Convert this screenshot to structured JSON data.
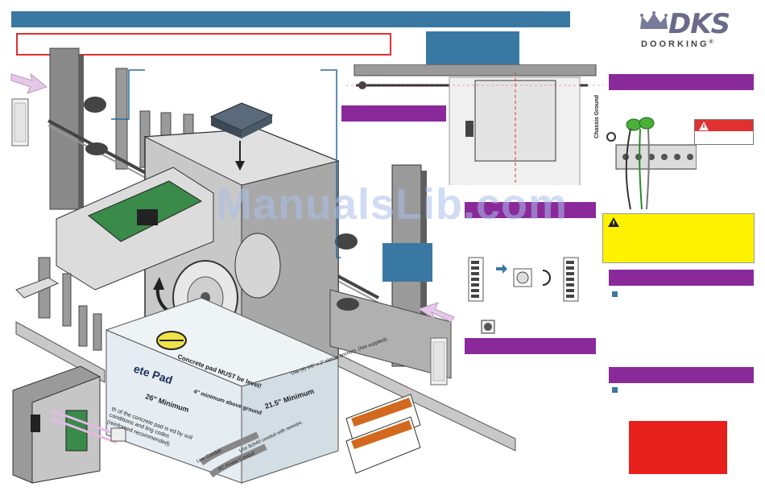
{
  "logo": {
    "brand": "DKS",
    "subtitle": "DOORKING",
    "registered": "®"
  },
  "watermark": "ManualsLib.com",
  "diagram_labels": {
    "pad_title": "ete Pad",
    "dim_26": "26\" Minimum",
    "dim_4": "4\" minimum above ground",
    "dim_21": "21.5\" Minimum",
    "pad_note": "th of the concrete pad is ed by soil conditions and ling codes (reinforced recommended)",
    "pad_level": "Concrete pad MUST be level!",
    "anchors": "Use (4) 3/8\" x 2\" sleeve anchors. (Not supplied).",
    "low_conduit": "Low Conduit",
    "ac_power": "AC Power Conduit",
    "sch_conduit": "Use Sch40 conduit with sweeps.",
    "chassis_ground": "Chassis Ground"
  },
  "colors": {
    "title_bar": "#3a78a4",
    "section_header": "#8a2a9a",
    "caution": "#e03030",
    "warning": "#fff200",
    "accent_square": "#3a78a4"
  },
  "icons": [
    "crown-icon",
    "warning-triangle-icon",
    "arrow-right-icon",
    "rotate-arrow-icon",
    "reset-button-icon"
  ]
}
